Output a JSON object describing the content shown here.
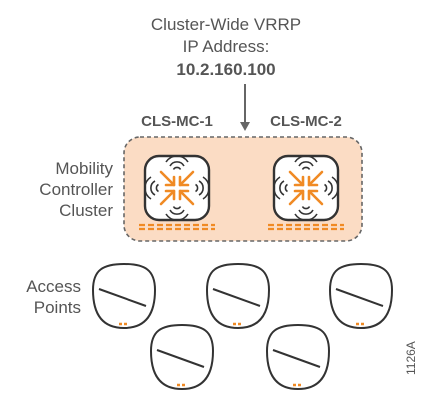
{
  "vrrp": {
    "line1": "Cluster-Wide VRRP",
    "line2": "IP Address:",
    "ip": "10.2.160.100"
  },
  "controllers": [
    {
      "label": "CLS-MC-1"
    },
    {
      "label": "CLS-MC-2"
    }
  ],
  "cluster_label": {
    "line1": "Mobility",
    "line2": "Controller",
    "line3": "Cluster"
  },
  "ap_label": {
    "line1": "Access",
    "line2": "Points"
  },
  "ap_count": 5,
  "figure_id": "1126A",
  "colors": {
    "accent_orange": "#f08a24",
    "cluster_fill": "#fbdcc4",
    "text_gray": "#555555",
    "device_dark": "#333333"
  },
  "icons": {
    "controller": "controller-arrows-icon",
    "access_point": "access-point-icon"
  }
}
